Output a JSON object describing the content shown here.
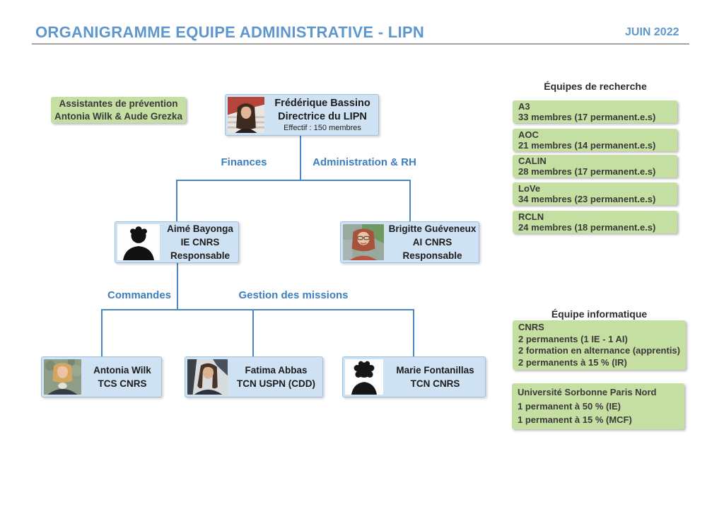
{
  "header": {
    "title": "ORGANIGRAMME EQUIPE ADMINISTRATIVE - LIPN",
    "date": "JUIN 2022"
  },
  "prevention": {
    "line1": "Assistantes de prévention",
    "line2": "Antonia Wilk & Aude Grezka"
  },
  "org": {
    "director": {
      "name": "Frédérique Bassino",
      "role": "Directrice du LIPN",
      "note": "Effectif : 150 membres"
    },
    "branch_labels": {
      "finances": "Finances",
      "admin": "Administration & RH"
    },
    "finances_head": {
      "name": "Aimé Bayonga",
      "grade": "IE CNRS",
      "role": "Responsable"
    },
    "admin_head": {
      "name": "Brigitte Guéveneux",
      "grade": "AI CNRS",
      "role": "Responsable"
    },
    "sub_labels": {
      "commandes": "Commandes",
      "missions": "Gestion des missions"
    },
    "staff": [
      {
        "name": "Antonia Wilk",
        "role": "TCS CNRS"
      },
      {
        "name": "Fatima Abbas",
        "role": "TCN USPN (CDD)"
      },
      {
        "name": "Marie Fontanillas",
        "role": "TCN CNRS"
      }
    ]
  },
  "research": {
    "title": "Équipes de recherche",
    "teams": [
      {
        "name": "A3",
        "members": "33 membres (17 permanent.e.s)"
      },
      {
        "name": "AOC",
        "members": "21 membres (14 permanent.e.s)"
      },
      {
        "name": "CALIN",
        "members": "28 membres (17 permanent.e.s)"
      },
      {
        "name": "LoVe",
        "members": "34 membres (23 permanent.e.s)"
      },
      {
        "name": "RCLN",
        "members": "24 membres (18 permanent.e.s)"
      }
    ]
  },
  "it": {
    "title": "Équipe informatique",
    "cnrs": [
      "CNRS",
      "2 permanents (1 IE - 1 AI)",
      "2 formation en alternance (apprentis)",
      "2 permanents à 15 % (IR)"
    ],
    "uspn": [
      "Université Sorbonne Paris Nord",
      "1 permanent à 50 % (IE)",
      "1 permanent à 15 % (MCF)"
    ]
  },
  "colors": {
    "accent_blue": "#5e97cf",
    "label_blue": "#3d7ebd",
    "connector_blue": "#4b86c5",
    "node_fill": "#cfe2f3",
    "node_border": "#9fc0e0",
    "green_fill": "#c5dfa2"
  }
}
